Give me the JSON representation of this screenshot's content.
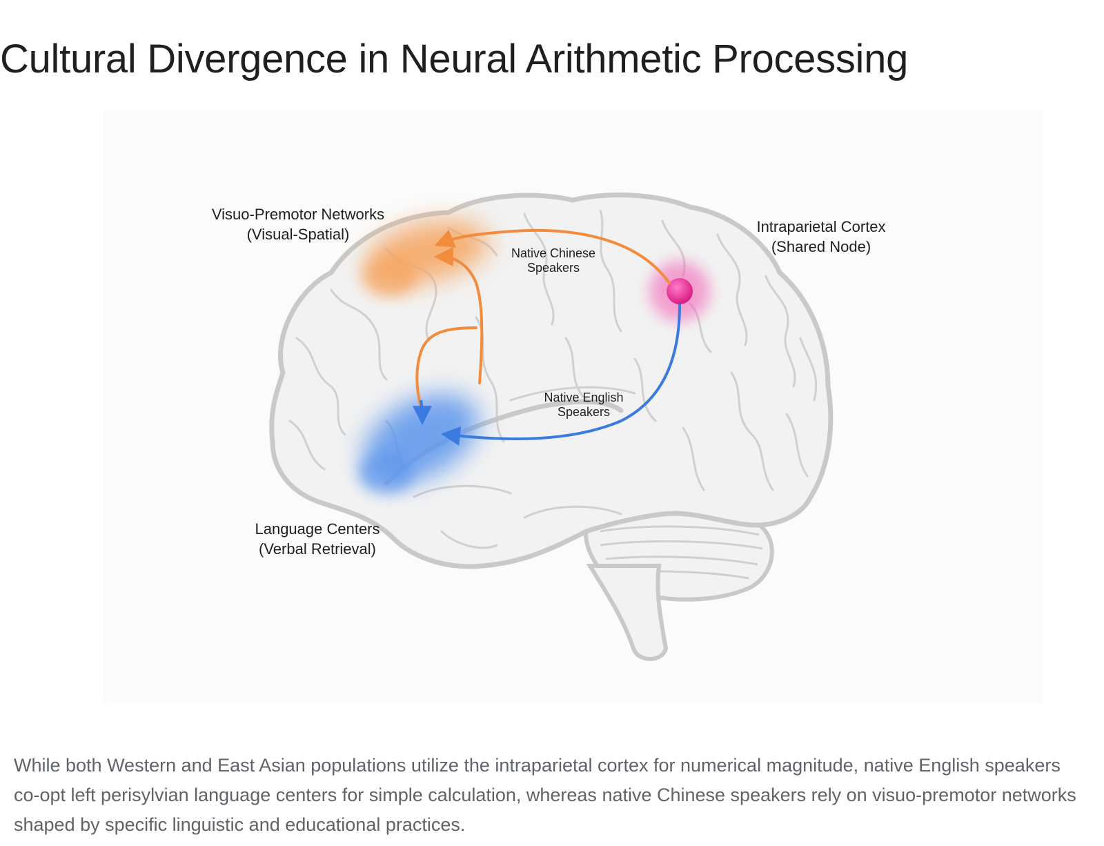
{
  "title": "Cultural Divergence in Neural Arithmetic Processing",
  "diagram": {
    "labels": {
      "visuo_premotor_line1": "Visuo-Premotor Networks",
      "visuo_premotor_line2": "(Visual-Spatial)",
      "intraparietal_line1": "Intraparietal Cortex",
      "intraparietal_line2": "(Shared Node)",
      "language_line1": "Language Centers",
      "language_line2": "(Verbal Retrieval)",
      "chinese_line1": "Native Chinese",
      "chinese_line2": "Speakers",
      "english_line1": "Native English",
      "english_line2": "Speakers"
    },
    "colors": {
      "chinese_pathway": "#f28c3c",
      "english_pathway": "#3b7be0",
      "shared_node": "#e8349a",
      "brain_outline": "#c9c9c9",
      "brain_fill": "#f2f2f2"
    }
  },
  "caption": "While both Western and East Asian populations utilize the intraparietal cortex for numerical magnitude, native English speakers co-opt left perisylvian language centers for simple calculation, whereas native Chinese speakers rely on visuo-premotor networks shaped by specific linguistic and educational practices."
}
